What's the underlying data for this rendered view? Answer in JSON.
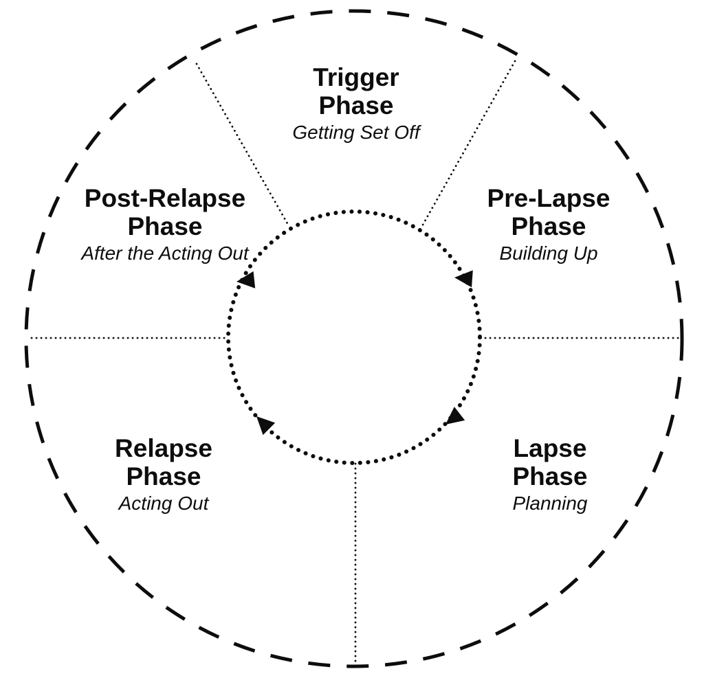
{
  "diagram": {
    "type": "cycle-diagram",
    "colors": {
      "ink": "#0d0d0d",
      "background": "#ffffff"
    },
    "icons": {
      "cycle_arrow": "arrowhead-triangle"
    },
    "phases": [
      {
        "line1": "Trigger",
        "line2": "Phase",
        "subtitle": "Getting Set Off"
      },
      {
        "line1": "Pre-Lapse",
        "line2": "Phase",
        "subtitle": "Building Up"
      },
      {
        "line1": "Lapse",
        "line2": "Phase",
        "subtitle": "Planning"
      },
      {
        "line1": "Relapse",
        "line2": "Phase",
        "subtitle": "Acting Out"
      },
      {
        "line1": "Post-Relapse",
        "line2": "Phase",
        "subtitle": "After the Acting Out"
      }
    ]
  }
}
